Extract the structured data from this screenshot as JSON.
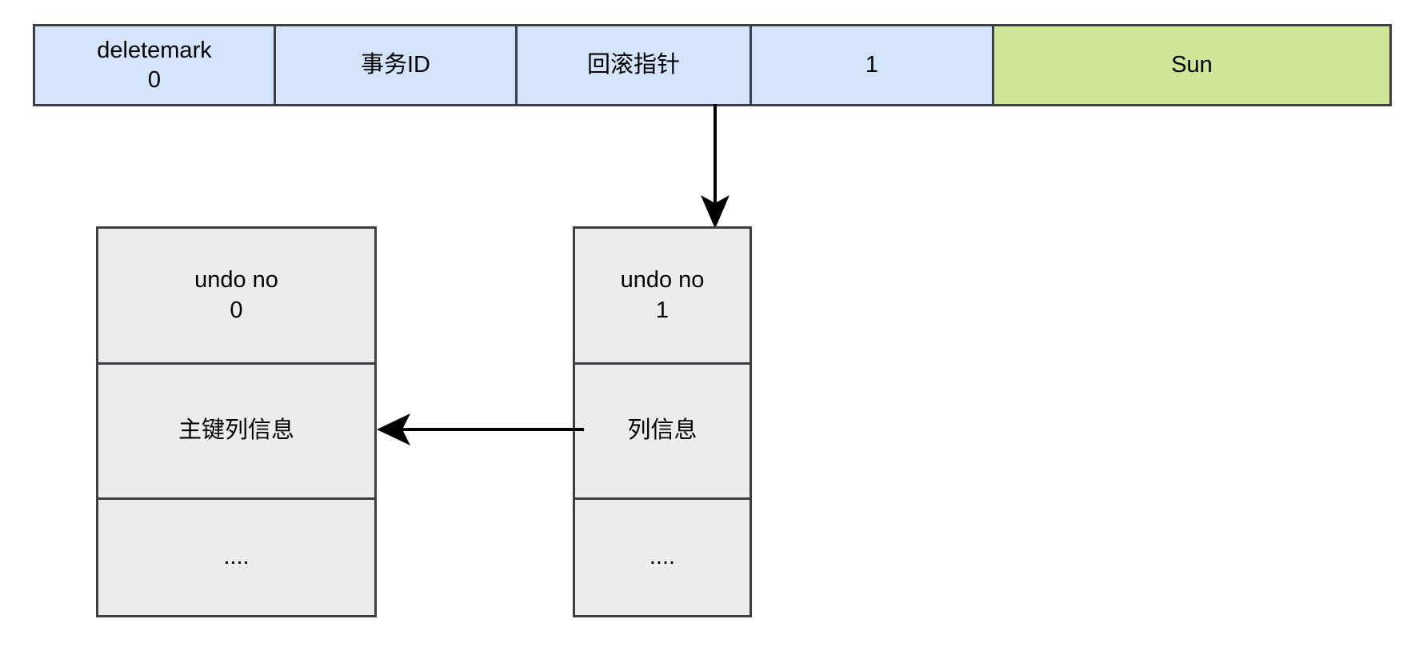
{
  "diagram": {
    "title": "InnoDB undo log chain",
    "colors": {
      "record_fill": "#d4e4fa",
      "highlight_fill": "#cfe698",
      "undo_fill": "#ececec",
      "border": "#3d3f47",
      "arrow": "#000000"
    }
  },
  "record_row": {
    "cells": [
      {
        "label": "deletemark\n0"
      },
      {
        "label": "事务ID"
      },
      {
        "label": "回滚指针"
      },
      {
        "label": "1"
      },
      {
        "label": "Sun",
        "highlight": true
      }
    ]
  },
  "undo_boxes": [
    {
      "id": "undo-box-left",
      "cells": [
        {
          "label": "undo no\n0"
        },
        {
          "label": "主键列信息"
        },
        {
          "label": "...."
        }
      ]
    },
    {
      "id": "undo-box-right",
      "cells": [
        {
          "label": "undo no\n1"
        },
        {
          "label": "列信息"
        },
        {
          "label": "...."
        }
      ]
    }
  ],
  "arrows": [
    {
      "name": "arrow-rollback-pointer",
      "from": "回滚指针",
      "to": "undo no 1",
      "direction": "down"
    },
    {
      "name": "arrow-undo-chain",
      "from": "undo no 1 列信息",
      "to": "undo no 0 主键列信息",
      "direction": "left"
    }
  ]
}
